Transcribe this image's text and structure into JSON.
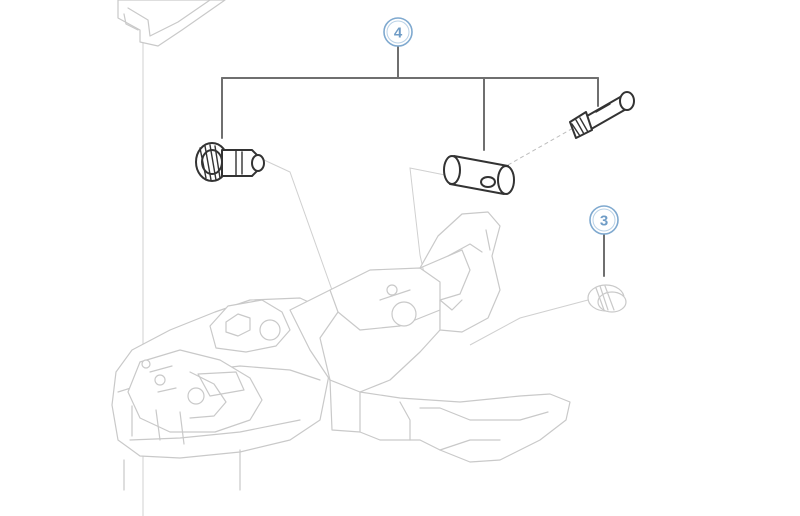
{
  "diagram": {
    "callouts": [
      {
        "id": "callout-4",
        "number": "4"
      },
      {
        "id": "callout-3",
        "number": "3"
      }
    ]
  }
}
